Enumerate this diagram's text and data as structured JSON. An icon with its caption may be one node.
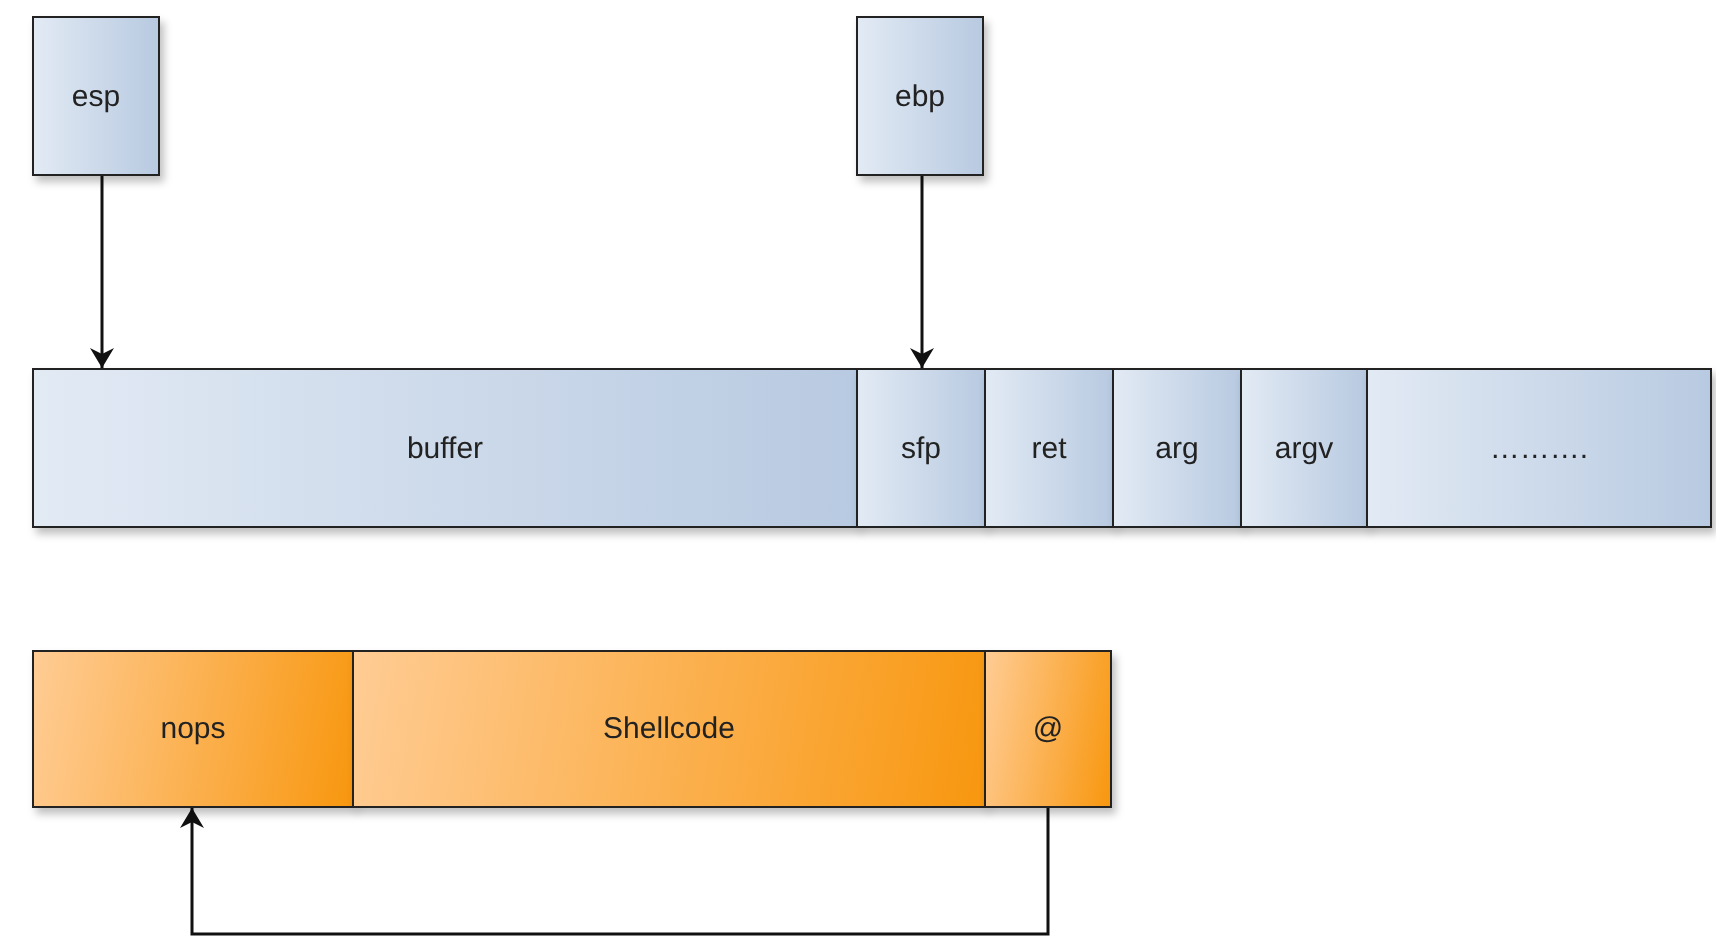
{
  "diagram": {
    "nodes": [
      {
        "text": [
          "esp"
        ]
      },
      {
        "text": [
          "ebp"
        ]
      },
      {
        "text": [
          "buffer"
        ]
      },
      {
        "text": [
          "sfp"
        ]
      },
      {
        "text": [
          "ret"
        ]
      },
      {
        "text": [
          "arg"
        ]
      },
      {
        "text": [
          "argv"
        ]
      },
      {
        "text": [
          "………."
        ]
      },
      {
        "text": [
          "nops"
        ]
      },
      {
        "text": [
          "Shellcode"
        ]
      },
      {
        "text": [
          "@"
        ]
      }
    ],
    "edges": [
      {
        "from": 0,
        "to": 2,
        "arrow": "to"
      },
      {
        "from": 1,
        "to": 3,
        "arrow": "to"
      },
      {
        "from": 10,
        "to": 8,
        "arrow": "to"
      }
    ]
  }
}
